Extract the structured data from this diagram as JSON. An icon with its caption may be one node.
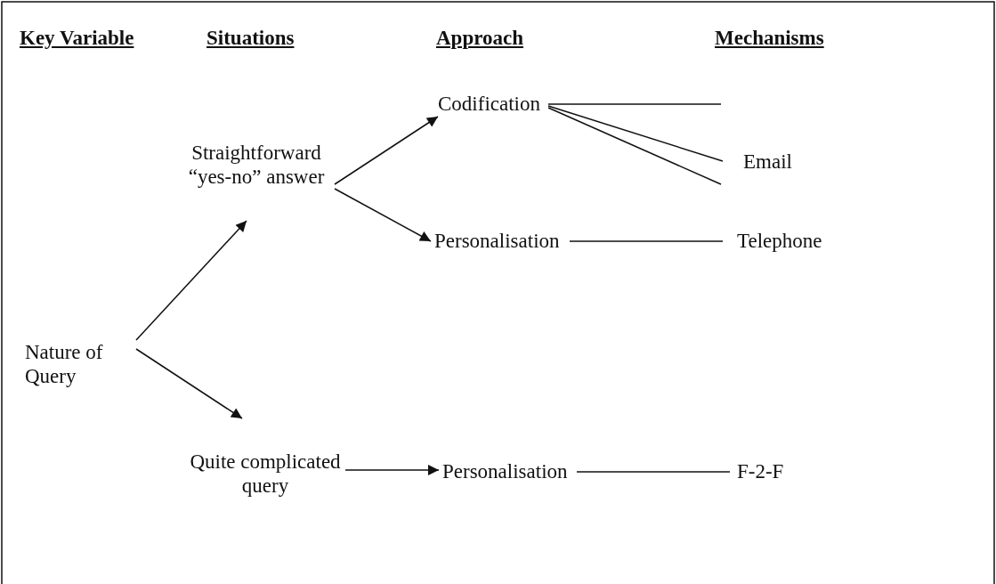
{
  "diagram": {
    "nodes": [
      {
        "text": [
          "Nature of Query"
        ]
      },
      {
        "text": [
          "Straightforward “yes-no” answer"
        ]
      },
      {
        "text": [
          "Quite complicated query"
        ]
      },
      {
        "text": [
          "Codification"
        ]
      },
      {
        "text": [
          "Personalisation"
        ]
      },
      {
        "text": [
          "Personalisation"
        ]
      },
      {
        "text": [
          "Email"
        ]
      },
      {
        "text": [
          "Telephone"
        ]
      },
      {
        "text": [
          "F-2-F"
        ]
      }
    ],
    "edges": [
      {
        "from": 0,
        "to": 1,
        "arrow": "to"
      },
      {
        "from": 0,
        "to": 2,
        "arrow": "to"
      },
      {
        "from": 1,
        "to": 3,
        "arrow": "to"
      },
      {
        "from": 1,
        "to": 4,
        "arrow": "to"
      },
      {
        "from": 2,
        "to": 5,
        "arrow": "to"
      },
      {
        "from": 3,
        "to": null,
        "arrow": "none"
      },
      {
        "from": 3,
        "to": 6,
        "arrow": "none"
      },
      {
        "from": 3,
        "to": null,
        "arrow": "none"
      },
      {
        "from": 4,
        "to": 7,
        "arrow": "none"
      },
      {
        "from": 5,
        "to": 8,
        "arrow": "none"
      }
    ],
    "labels": [
      "Key Variable",
      "Situations",
      "Approach",
      "Mechanisms"
    ]
  }
}
